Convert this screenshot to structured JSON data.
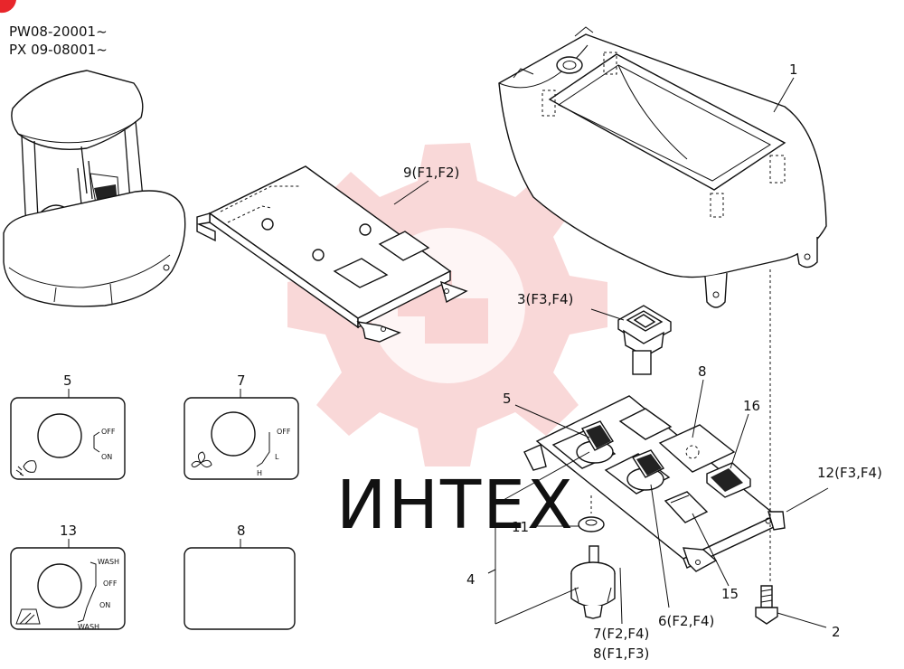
{
  "header": {
    "line1": "PW08-20001~",
    "line2": "PX 09-08001~"
  },
  "watermark": {
    "text": "ИНТЕХ",
    "color": "#f4b8b8"
  },
  "parts": {
    "p1": "1",
    "p2": "2",
    "p3": "3(F3,F4)",
    "p4": "4",
    "p5": "5",
    "p6": "6(F2,F4)",
    "p7": "7(F2,F4)",
    "p8": "8",
    "p8b": "8(F1,F3)",
    "p9": "9(F1,F2)",
    "p11": "11",
    "p12": "12(F3,F4)",
    "p15": "15",
    "p16": "16"
  },
  "panels": {
    "p5": {
      "num": "5",
      "off": "OFF",
      "on": "ON"
    },
    "p7": {
      "num": "7",
      "off": "OFF",
      "l": "L",
      "h": "H"
    },
    "p13": {
      "num": "13",
      "wash_top": "WASH",
      "off": "OFF",
      "on": "ON",
      "wash_bottom": "WASH"
    },
    "p8": {
      "num": "8"
    }
  }
}
